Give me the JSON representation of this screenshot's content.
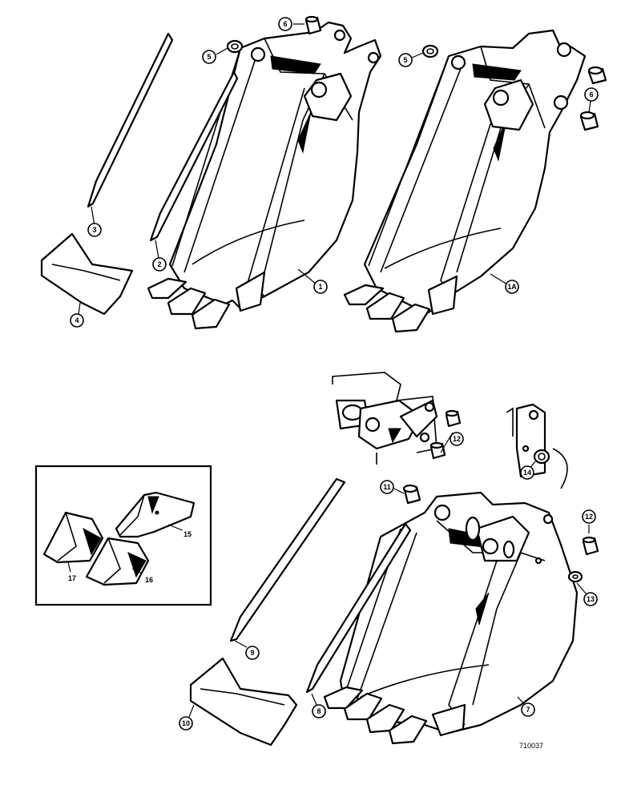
{
  "callouts": {
    "c1": "1",
    "c1a": "1A",
    "c2": "2",
    "c3": "3",
    "c4": "4",
    "c5a": "5",
    "c5b": "5",
    "c6a": "6",
    "c6b": "6",
    "c7": "7",
    "c8": "8",
    "c9": "9",
    "c10": "10",
    "c11": "11",
    "c12a": "12",
    "c12b": "12",
    "c13": "13",
    "c14": "14",
    "c15": "15",
    "c16": "16",
    "c17": "17"
  },
  "reference_number": "710037"
}
